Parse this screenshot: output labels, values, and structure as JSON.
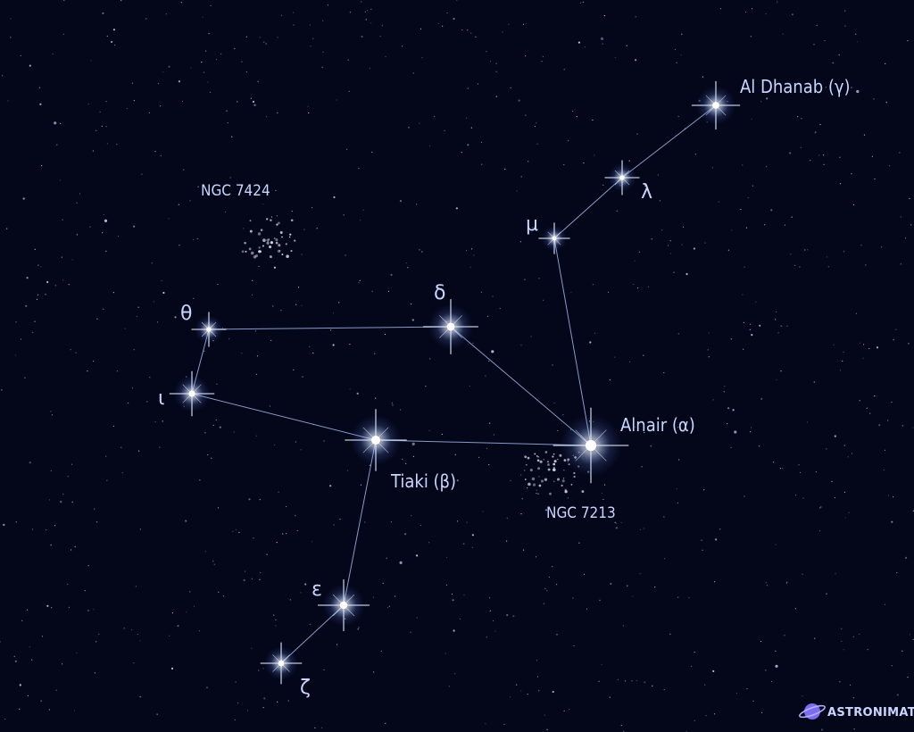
{
  "image": {
    "background_color": "#04061a",
    "line_color": "#9fb4e6",
    "star_color": "#eaf3ff",
    "label_color": "#c9d6ff"
  },
  "stars": [
    {
      "id": "al-dhanab",
      "label": "Al Dhanab (γ)"
    },
    {
      "id": "lambda",
      "label": "λ"
    },
    {
      "id": "mu",
      "label": "μ"
    },
    {
      "id": "alnair",
      "label": "Alnair (α)"
    },
    {
      "id": "delta",
      "label": "δ"
    },
    {
      "id": "theta",
      "label": "θ"
    },
    {
      "id": "iota",
      "label": "ι"
    },
    {
      "id": "tiaki",
      "label": "Tiaki (β)"
    },
    {
      "id": "epsilon",
      "label": "ε"
    },
    {
      "id": "zeta",
      "label": "ζ"
    }
  ],
  "deep_sky_objects": [
    {
      "id": "ngc-7424",
      "label": "NGC 7424"
    },
    {
      "id": "ngc-7213",
      "label": "NGC 7213"
    }
  ],
  "watermark": {
    "text": "ASTRONIMATE",
    "icon": "planet-icon"
  }
}
